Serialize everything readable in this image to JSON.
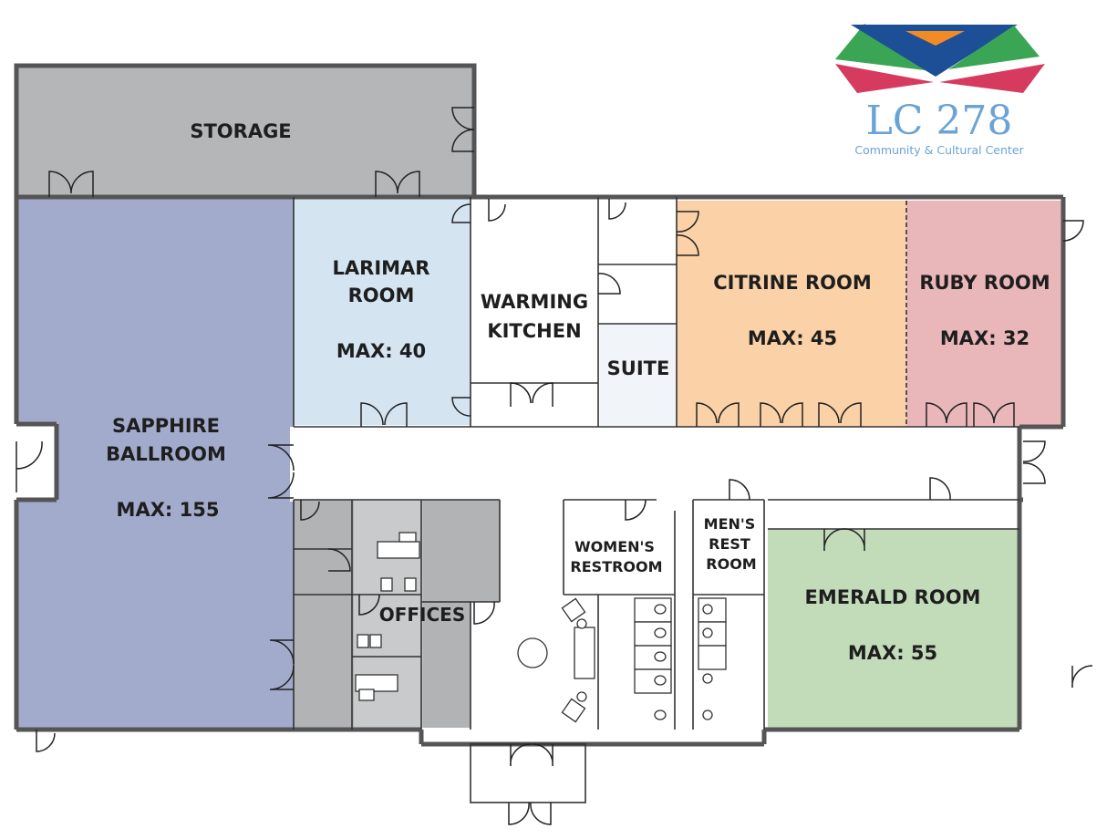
{
  "logo": {
    "title": "LC 278",
    "subtitle": "Community & Cultural Center",
    "colors": {
      "green": "#3aa655",
      "blue": "#1d4f97",
      "orange": "#f28a26",
      "red": "#d63a5e",
      "text": "#6aa3d6"
    }
  },
  "rooms": {
    "storage": {
      "name": "STORAGE",
      "color": "#b5b6b8"
    },
    "sapphire": {
      "name_line1": "SAPPHIRE",
      "name_line2": "BALLROOM",
      "capacity": "MAX: 155",
      "color": "#a3abcc"
    },
    "larimar": {
      "name_line1": "LARIMAR",
      "name_line2": "ROOM",
      "capacity": "MAX: 40",
      "color": "#d4e4f1"
    },
    "warming_kitchen": {
      "name_line1": "WARMING",
      "name_line2": "KITCHEN"
    },
    "suite": {
      "name": "SUITE",
      "color": "#f1f5fa"
    },
    "citrine": {
      "name": "CITRINE ROOM",
      "capacity": "MAX: 45",
      "color": "#fbd1a7"
    },
    "ruby": {
      "name": "RUBY ROOM",
      "capacity": "MAX: 32",
      "color": "#e9b7ba"
    },
    "offices": {
      "name": "OFFICES",
      "color": "#b2b3b5"
    },
    "womens_restroom": {
      "name_line1": "WOMEN'S",
      "name_line2": "RESTROOM"
    },
    "mens_restroom": {
      "name_line1": "MEN'S",
      "name_line2": "REST",
      "name_line3": "ROOM"
    },
    "emerald": {
      "name": "EMERALD ROOM",
      "capacity": "MAX: 55",
      "color": "#c2dcba"
    }
  }
}
